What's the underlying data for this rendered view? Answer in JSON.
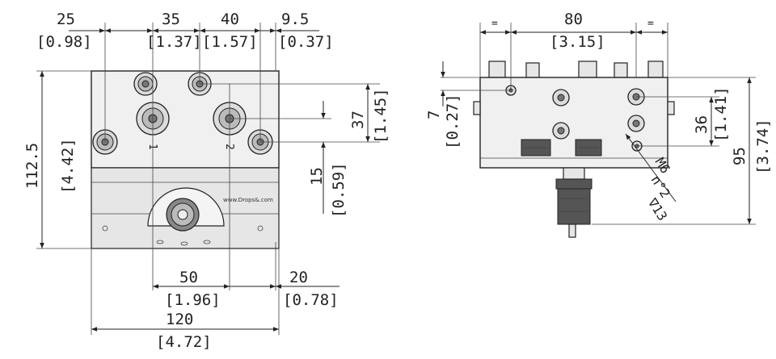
{
  "front_view": {
    "dims": {
      "d25": "25",
      "d25_in": "[0.98]",
      "d35": "35",
      "d35_in": "[1.37]",
      "d40": "40",
      "d40_in": "[1.57]",
      "d9_5": "9.5",
      "d9_5_in": "[0.37]",
      "d112_5": "112.5",
      "d112_5_in": "[4.42]",
      "d37": "37",
      "d37_in": "[1.45]",
      "d15": "15",
      "d15_in": "[0.59]",
      "d50": "50",
      "d50_in": "[1.96]",
      "d20": "20",
      "d20_in": "[0.78]",
      "d120": "120",
      "d120_in": "[4.72]"
    },
    "port_labels": {
      "p1": "1",
      "p2": "2"
    },
    "logo_text": "www.Drops&.com"
  },
  "side_view": {
    "dims": {
      "eq_left": "=",
      "eq_right": "=",
      "d80": "80",
      "d80_in": "[3.15]",
      "d7": "7",
      "d7_in": "[0.27]",
      "d36": "36",
      "d36_in": "[1.41]",
      "d95": "95",
      "d95_in": "[3.74]"
    },
    "thread_note": {
      "line1": "M6",
      "line2": "n°2",
      "line3": "∇13"
    }
  }
}
